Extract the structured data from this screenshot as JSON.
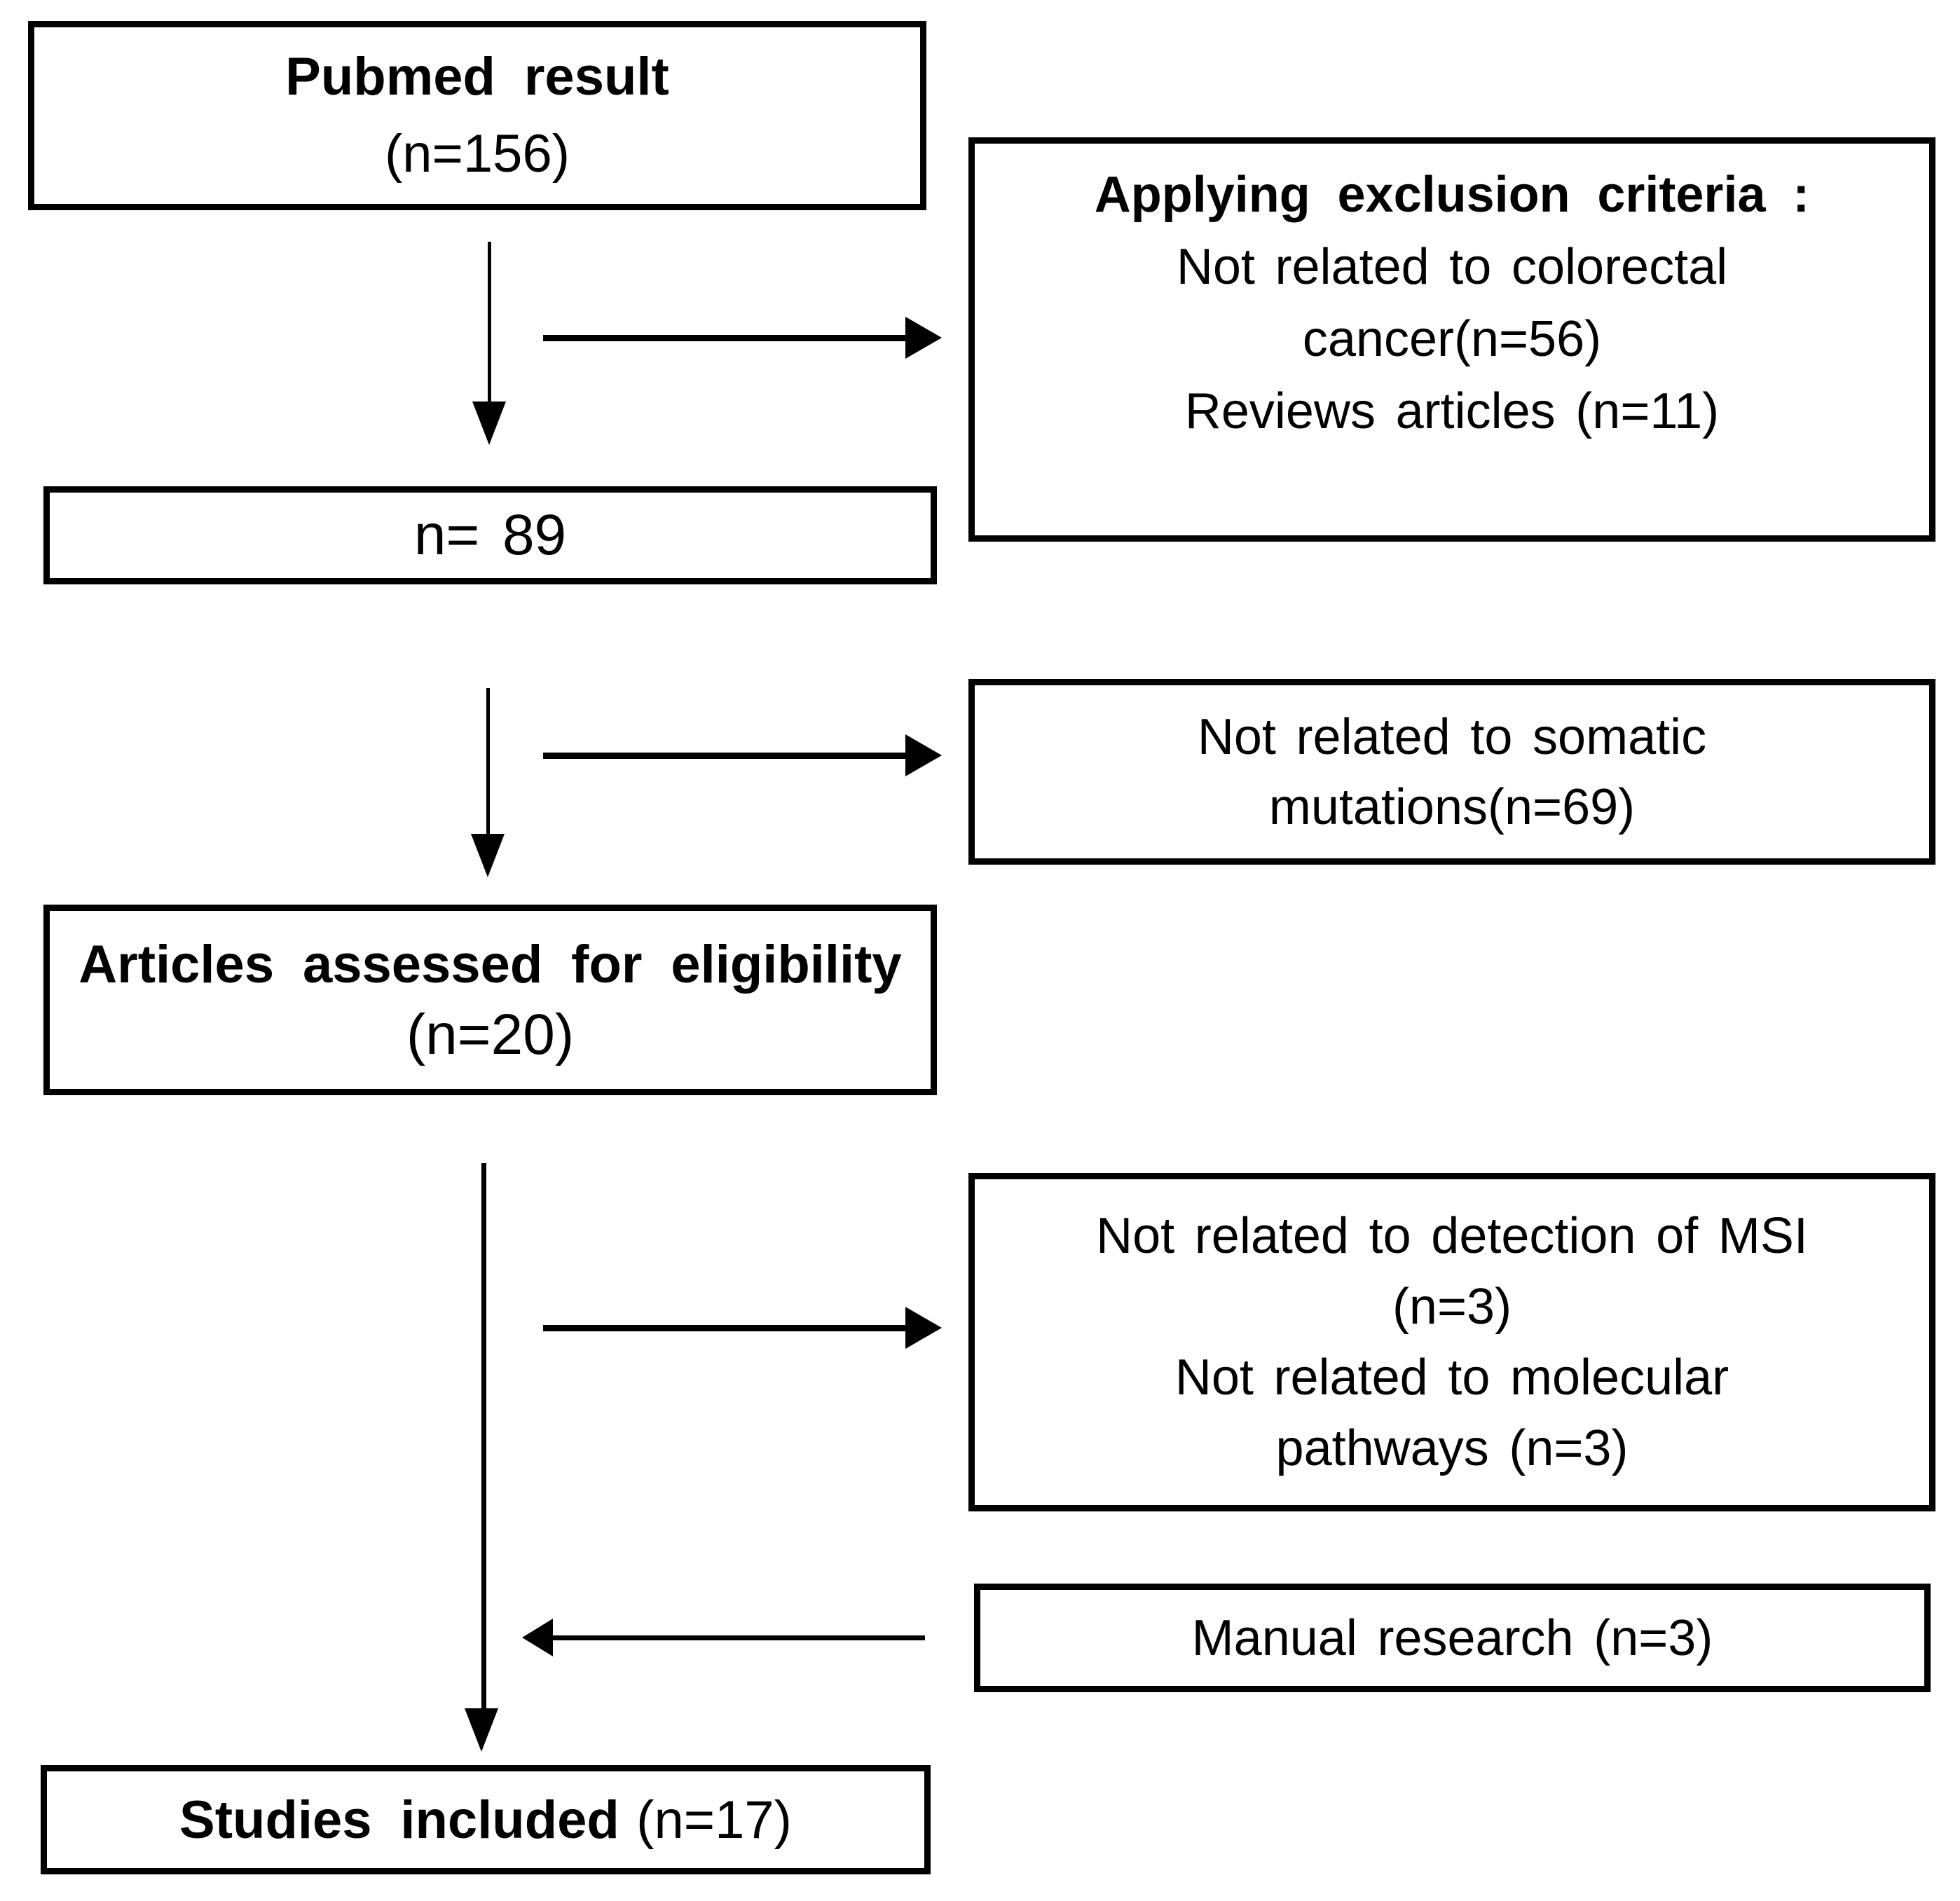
{
  "diagram": {
    "type": "flowchart",
    "background_color": "#ffffff",
    "line_color": "#000000",
    "boxes": {
      "pubmed": {
        "title": "Pubmed result",
        "subtitle": "(n=156)"
      },
      "exclusion": {
        "title": "Applying exclusion criteria :",
        "lines": [
          "Not related to colorectal",
          "cancer(n=56)",
          "Reviews articles (n=11)"
        ]
      },
      "n89": {
        "label": "n= 89"
      },
      "somatic": {
        "lines": [
          "Not related to somatic",
          "mutations(n=69)"
        ]
      },
      "eligibility": {
        "title": "Articles assessed for eligibility",
        "subtitle": "(n=20)"
      },
      "msi": {
        "lines": [
          "Not related to detection of MSI",
          "(n=3)",
          "Not related to molecular",
          "pathways (n=3)"
        ]
      },
      "manual": {
        "label": "Manual research (n=3)"
      },
      "included": {
        "title": "Studies included",
        "suffix": "(n=17)"
      }
    },
    "edges": [
      {
        "from": "pubmed",
        "to": "n89",
        "direction": "down"
      },
      {
        "from": "pubmed-to-n89-line",
        "to": "exclusion",
        "direction": "right"
      },
      {
        "from": "n89",
        "to": "eligibility",
        "direction": "down"
      },
      {
        "from": "n89-to-eligibility-line",
        "to": "somatic",
        "direction": "right"
      },
      {
        "from": "eligibility",
        "to": "included",
        "direction": "down"
      },
      {
        "from": "eligibility-to-included-line",
        "to": "msi",
        "direction": "right"
      },
      {
        "from": "manual",
        "to": "eligibility-to-included-line",
        "direction": "left"
      }
    ]
  }
}
